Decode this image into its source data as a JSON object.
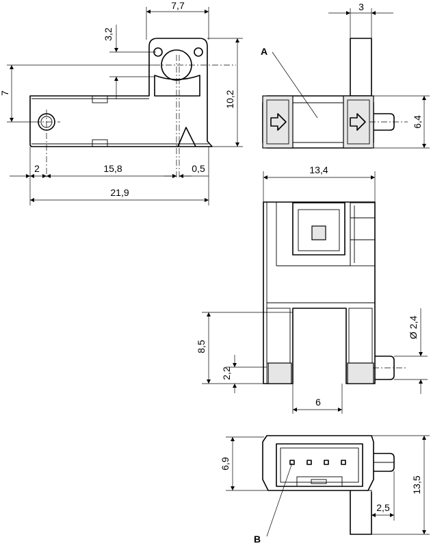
{
  "dimensions": {
    "side_view": {
      "top_width": "7,7",
      "hole_offset": "3,2",
      "mount_height": "7",
      "total_height": "10,2",
      "left_offset": "2",
      "hole_distance": "15,8",
      "slot_offset": "0,5",
      "total_length": "21,9"
    },
    "top_view": {
      "pin_width": "3",
      "body_height": "6,4"
    },
    "front_view": {
      "width": "13,4",
      "pin_diameter": "Ø 2,4",
      "fork_height": "8,5",
      "pin_height": "2,2",
      "gap_width": "6"
    },
    "bottom_view": {
      "connector_height": "6,9",
      "total_height": "13,5",
      "pin_length": "2,5"
    }
  },
  "callouts": {
    "a": "A",
    "b": "B"
  }
}
